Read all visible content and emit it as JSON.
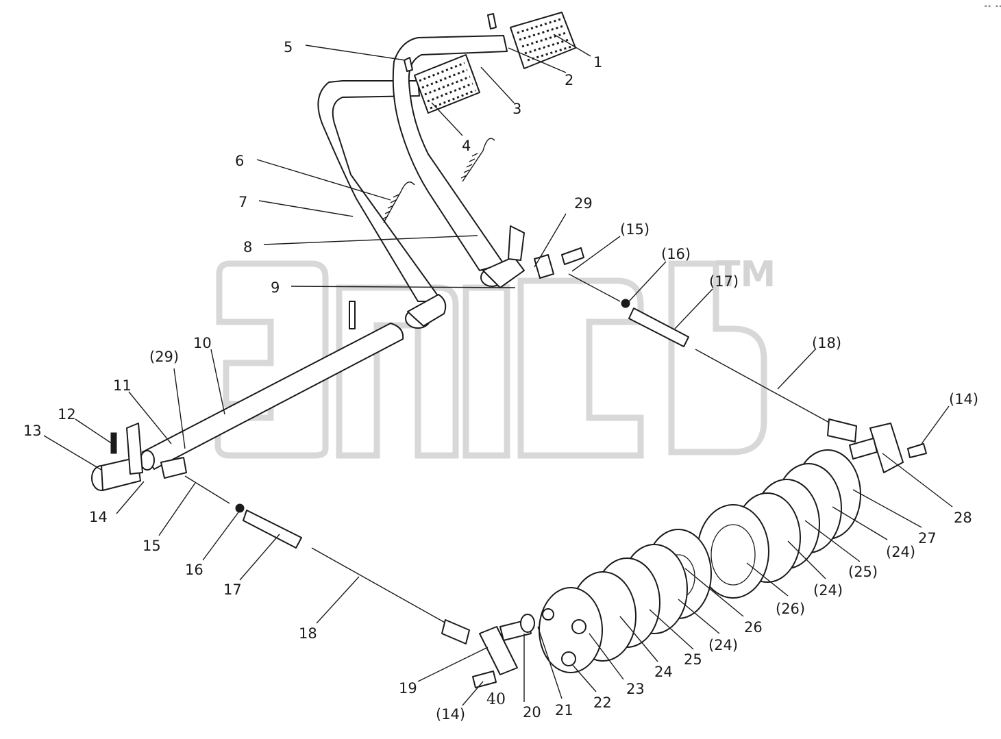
{
  "watermark": {
    "trademark": "TM"
  },
  "corner_mark": "°° °°°",
  "figure_mark": "40",
  "callouts": [
    {
      "id": "1",
      "text": "1"
    },
    {
      "id": "2",
      "text": "2"
    },
    {
      "id": "3",
      "text": "3"
    },
    {
      "id": "4",
      "text": "4"
    },
    {
      "id": "5",
      "text": "5"
    },
    {
      "id": "6",
      "text": "6"
    },
    {
      "id": "7",
      "text": "7"
    },
    {
      "id": "8",
      "text": "8"
    },
    {
      "id": "9",
      "text": "9"
    },
    {
      "id": "10",
      "text": "10"
    },
    {
      "id": "11",
      "text": "11"
    },
    {
      "id": "12",
      "text": "12"
    },
    {
      "id": "13",
      "text": "13"
    },
    {
      "id": "14",
      "text": "14"
    },
    {
      "id": "15",
      "text": "15"
    },
    {
      "id": "16",
      "text": "16"
    },
    {
      "id": "17",
      "text": "17"
    },
    {
      "id": "18",
      "text": "18"
    },
    {
      "id": "19",
      "text": "19"
    },
    {
      "id": "20",
      "text": "20"
    },
    {
      "id": "21",
      "text": "21"
    },
    {
      "id": "22",
      "text": "22"
    },
    {
      "id": "23",
      "text": "23"
    },
    {
      "id": "24a",
      "text": "24"
    },
    {
      "id": "25a",
      "text": "25"
    },
    {
      "id": "26",
      "text": "26"
    },
    {
      "id": "27",
      "text": "27"
    },
    {
      "id": "28",
      "text": "28"
    },
    {
      "id": "29",
      "text": "29"
    },
    {
      "id": "p29",
      "text": "(29)"
    },
    {
      "id": "p15",
      "text": "(15)"
    },
    {
      "id": "p16",
      "text": "(16)"
    },
    {
      "id": "p17",
      "text": "(17)"
    },
    {
      "id": "p18",
      "text": "(18)"
    },
    {
      "id": "p14a",
      "text": "(14)"
    },
    {
      "id": "p14b",
      "text": "(14)"
    },
    {
      "id": "p24a",
      "text": "(24)"
    },
    {
      "id": "p24b",
      "text": "(24)"
    },
    {
      "id": "p24c",
      "text": "(24)"
    },
    {
      "id": "p25",
      "text": "(25)"
    },
    {
      "id": "p26",
      "text": "(26)"
    }
  ]
}
